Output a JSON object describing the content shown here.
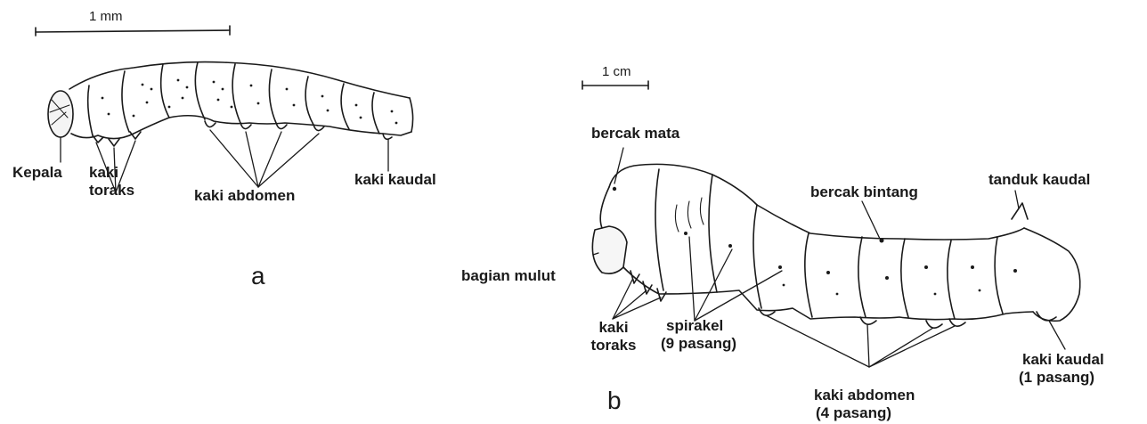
{
  "figure_a": {
    "panel_label": "a",
    "scale_label": "1 mm",
    "labels": {
      "kepala": "Kepala",
      "kaki_toraks": [
        "kaki",
        "toraks"
      ],
      "kaki_abdomen": "kaki abdomen",
      "kaki_kaudal": "kaki kaudal"
    }
  },
  "figure_b": {
    "panel_label": "b",
    "scale_label": "1 cm",
    "labels": {
      "bercak_mata": "bercak mata",
      "bercak_bintang": "bercak bintang",
      "tanduk_kaudal": "tanduk kaudal",
      "bagian_mulut": "bagian mulut",
      "kaki_toraks": [
        "kaki",
        "toraks"
      ],
      "spirakel": [
        "spirakel",
        "(9 pasang)"
      ],
      "kaki_abdomen": [
        "kaki abdomen",
        "(4 pasang)"
      ],
      "kaki_kaudal": [
        "kaki kaudal",
        "(1 pasang)"
      ]
    }
  }
}
